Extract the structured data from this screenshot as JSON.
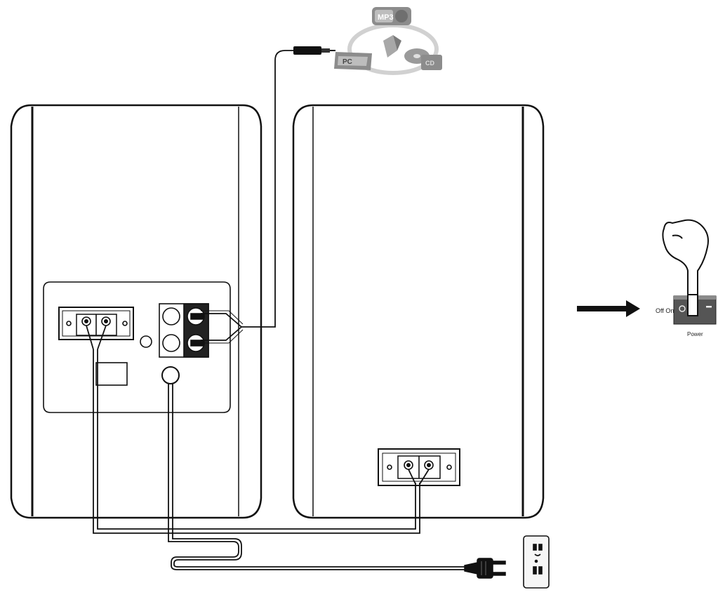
{
  "diagram": {
    "source_bubble": {
      "labels": {
        "mp3": "MP3",
        "pc": "PC",
        "cd": "CD"
      },
      "icons": [
        "mp3-player-icon",
        "laptop-icon",
        "speaker-icon",
        "cd-disc-icon"
      ]
    },
    "power_switch": {
      "state_label": "Off  On",
      "caption": "Power",
      "off_symbol": "O",
      "on_symbol": "I",
      "icons": [
        "hand-pressing-icon",
        "rocker-switch-icon"
      ]
    },
    "arrow_icon": "right-arrow-icon",
    "outlet_icon": "wall-outlet-icon",
    "plug_icon": "power-plug-icon",
    "colors": {
      "line": "#111111",
      "panel": "#ffffff",
      "jack_fill": "#222222",
      "switch_fill": "#555555",
      "bubble": "#9a9a9a"
    }
  }
}
